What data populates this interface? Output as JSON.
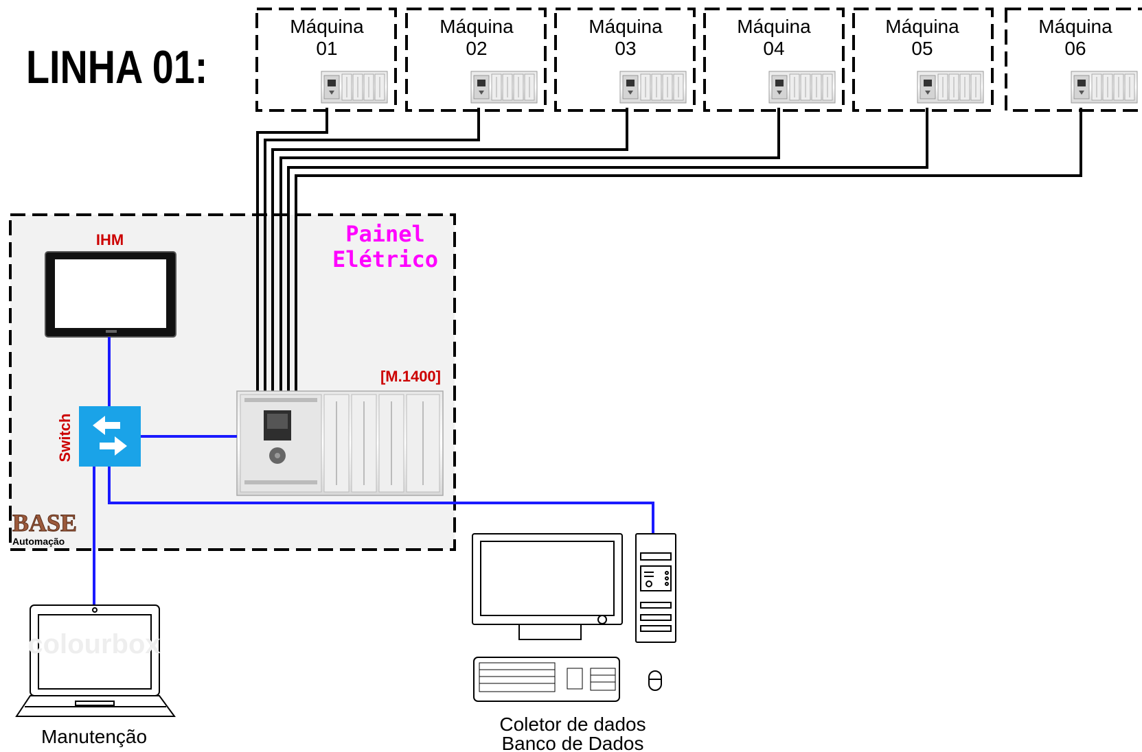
{
  "line_title": "LINHA 01:",
  "machines": [
    {
      "line1": "Máquina",
      "line2": "01"
    },
    {
      "line1": "Máquina",
      "line2": "02"
    },
    {
      "line1": "Máquina",
      "line2": "03"
    },
    {
      "line1": "Máquina",
      "line2": "04"
    },
    {
      "line1": "Máquina",
      "line2": "05"
    },
    {
      "line1": "Máquina",
      "line2": "06"
    }
  ],
  "panel": {
    "line1": "Painel",
    "line2": "Elétrico"
  },
  "hmi_label": "IHM",
  "plc_label": "[M.1400]",
  "switch_label": "Switch",
  "logo": {
    "main": "BASE",
    "sub": "Automação"
  },
  "laptop_caption": "Manutenção",
  "desktop_caption": {
    "line1": "Coletor de dados",
    "line2": "Banco de Dados"
  },
  "watermark": "colourbox",
  "colors": {
    "panel_text": "#ff00ff",
    "red_text": "#cc0000",
    "network_line": "#1a1aff",
    "switch_fill": "#1aa3e8",
    "panel_bg": "#f2f2f2",
    "logo_color": "#9c5a3c"
  }
}
